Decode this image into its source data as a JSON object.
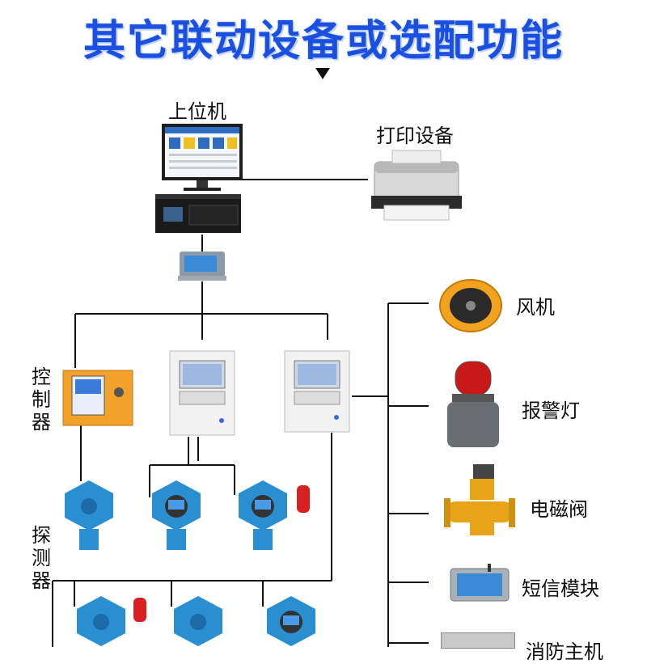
{
  "title": "其它联动设备或选配功能",
  "labels": {
    "host": "上位机",
    "printer": "打印设备",
    "controller": "控制器",
    "detector": "探测器",
    "fan": "风机",
    "alarm_light": "报警灯",
    "solenoid_valve": "电磁阀",
    "sms_module": "短信模块",
    "fire_host": "消防主机"
  },
  "icons": [
    "monitor-icon",
    "server-icon",
    "converter-icon",
    "printer-icon",
    "controller-panel-icon",
    "gas-detector-icon",
    "fan-icon",
    "alarm-light-icon",
    "solenoid-valve-icon",
    "sms-module-icon"
  ],
  "colors": {
    "title": "#1a4fe0",
    "detector": "#2a8fd0",
    "controller": "#f0a020",
    "fan": "#f0a020",
    "alarm": "#c81818",
    "valve": "#e8a418"
  }
}
